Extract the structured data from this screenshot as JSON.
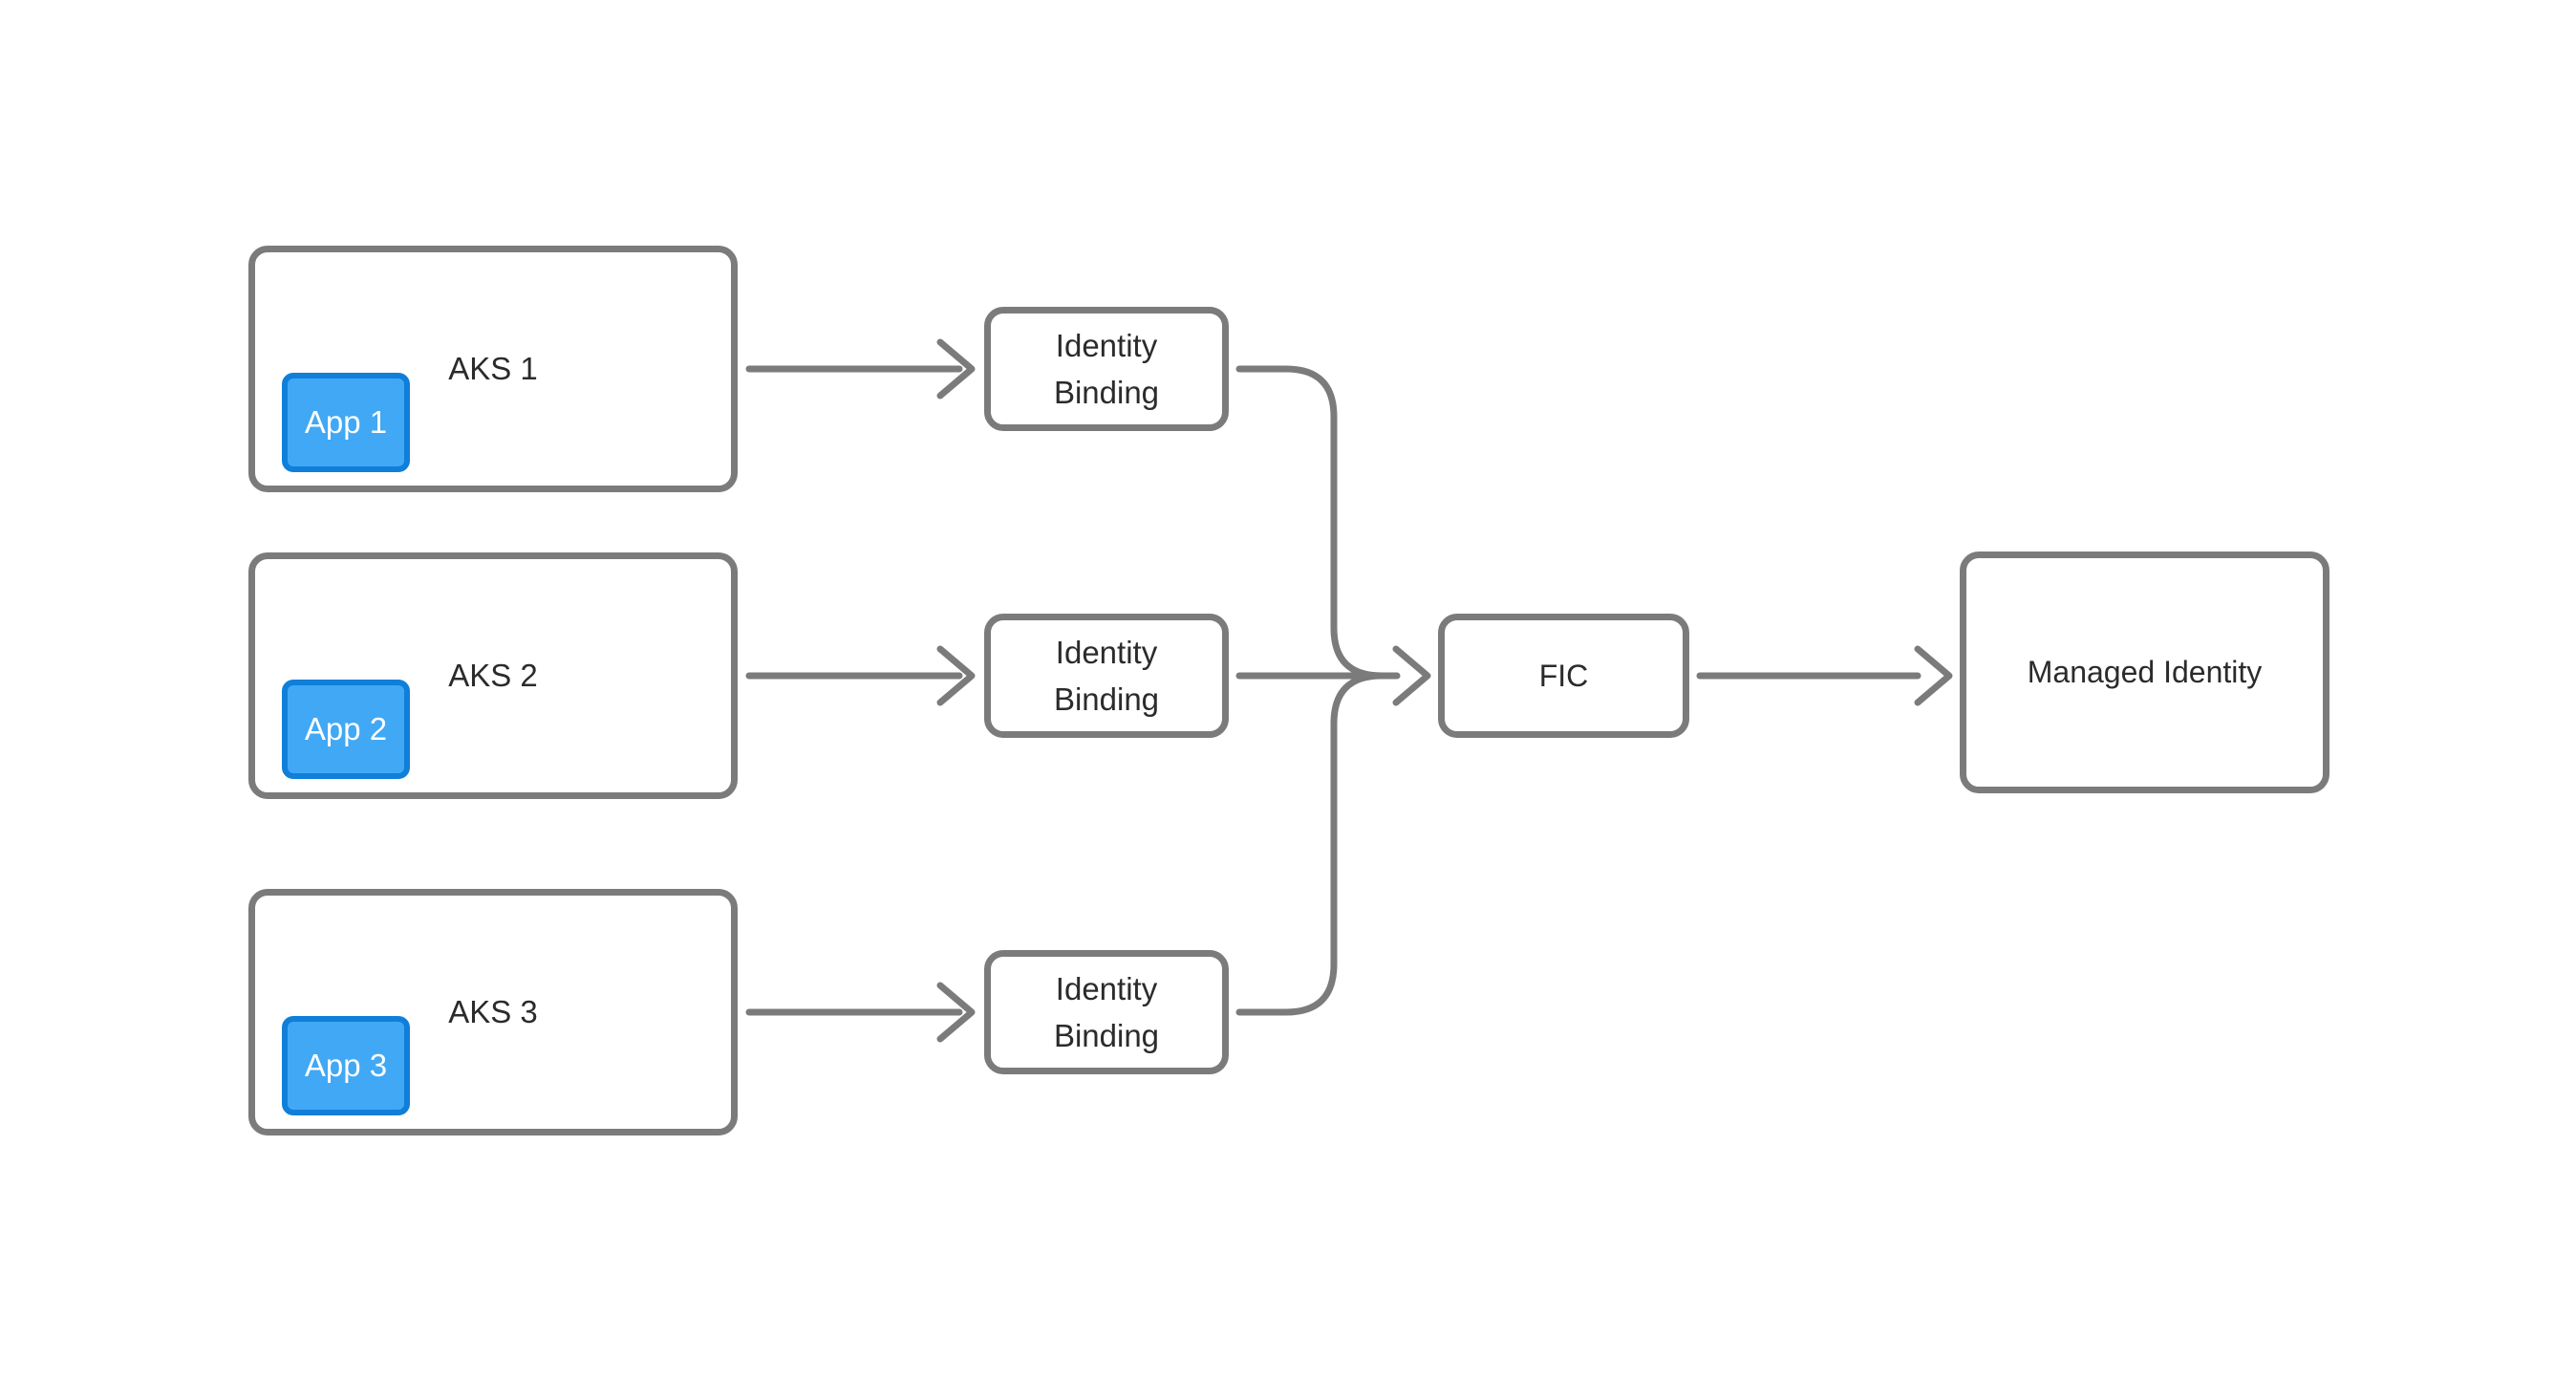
{
  "colors": {
    "background": "#ffffff",
    "line": "#7b7b7b",
    "text": "#2b2b2b",
    "badge_fill": "#41a8f5",
    "badge_border": "#0f7fd9",
    "badge_text": "#ffffff"
  },
  "clusters": [
    {
      "label": "AKS 1",
      "app_label": "App 1"
    },
    {
      "label": "AKS 2",
      "app_label": "App 2"
    },
    {
      "label": "AKS 3",
      "app_label": "App 3"
    }
  ],
  "identity_bindings": [
    {
      "line1": "Identity",
      "line2": "Binding"
    },
    {
      "line1": "Identity",
      "line2": "Binding"
    },
    {
      "line1": "Identity",
      "line2": "Binding"
    }
  ],
  "fic": {
    "label": "FIC"
  },
  "managed_identity": {
    "label": "Managed Identity"
  }
}
